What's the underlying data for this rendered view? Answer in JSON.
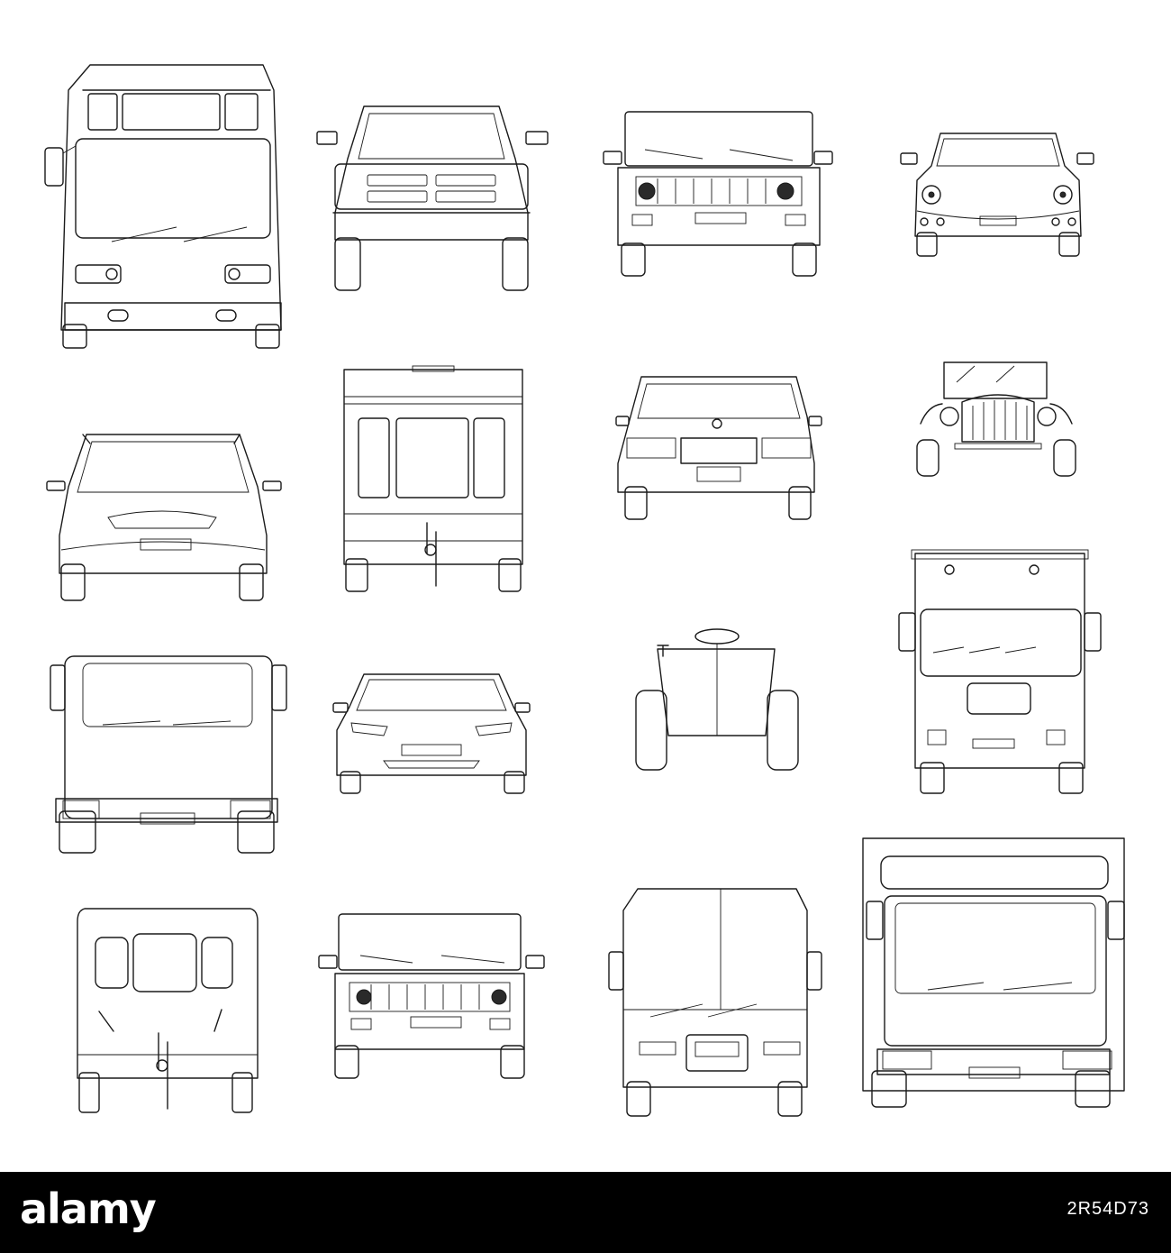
{
  "brand": {
    "name": "alamy",
    "color": "#ffffff",
    "bar_color": "#000000"
  },
  "image_id": "2R54D73",
  "illustration": {
    "stroke_color": "#1a1a1a",
    "background": "#ffffff",
    "vehicles": [
      {
        "name": "bus-front"
      },
      {
        "name": "pickup-front"
      },
      {
        "name": "jeep-front"
      },
      {
        "name": "compact-car-front"
      },
      {
        "name": "minivan-front"
      },
      {
        "name": "trailer-front"
      },
      {
        "name": "sedan-front"
      },
      {
        "name": "vintage-car-front"
      },
      {
        "name": "truck-cab-front"
      },
      {
        "name": "sports-car-front"
      },
      {
        "name": "buggy-front"
      },
      {
        "name": "box-truck-front"
      },
      {
        "name": "caravan-front"
      },
      {
        "name": "offroad-suv-front"
      },
      {
        "name": "cargo-van-front"
      },
      {
        "name": "large-truck-front"
      }
    ]
  }
}
